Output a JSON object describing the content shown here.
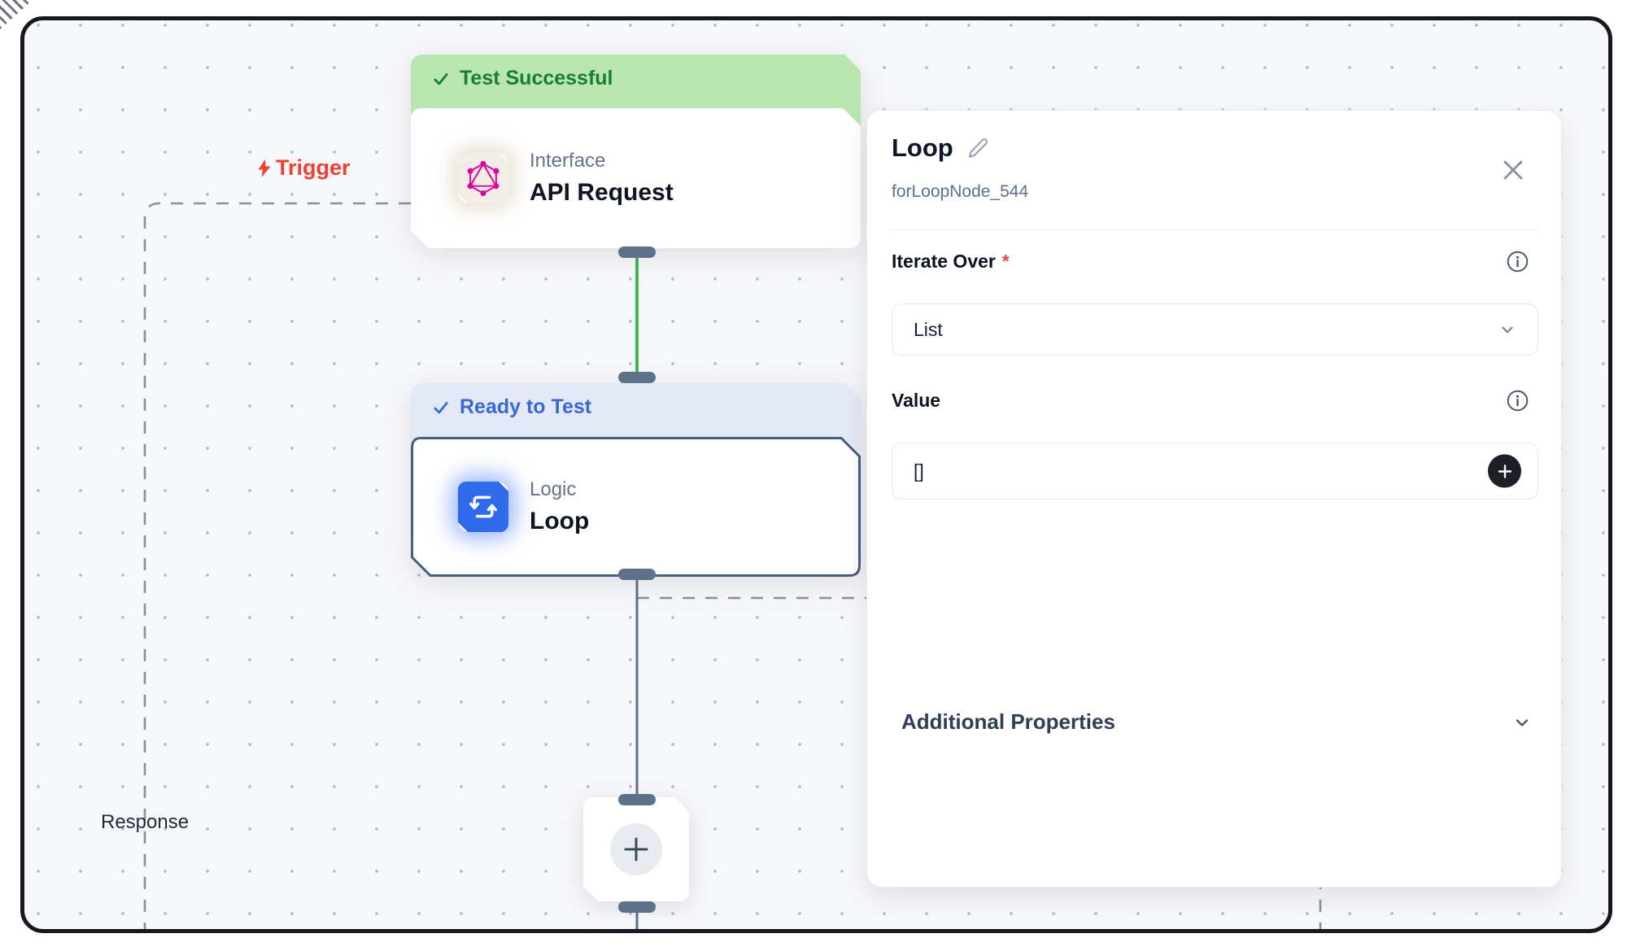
{
  "canvas": {
    "trigger_label": "Trigger",
    "response_label": "Response",
    "nodes": {
      "api_request": {
        "status": "Test Successful",
        "category": "Interface",
        "title": "API Request"
      },
      "loop": {
        "status": "Ready to Test",
        "category": "Logic",
        "title": "Loop"
      }
    }
  },
  "panel": {
    "title": "Loop",
    "subtitle": "forLoopNode_544",
    "iterate_over": {
      "label": "Iterate Over",
      "required_mark": "*",
      "value": "List"
    },
    "value_field": {
      "label": "Value",
      "value": "[]"
    },
    "additional_properties_label": "Additional Properties"
  },
  "colors": {
    "canvas_bg": "#f7f8fb",
    "success_banner_bg": "#b9e6af",
    "success_banner_text": "#1a7d30",
    "ready_banner_bg": "#e3e9f7",
    "ready_banner_text": "#3b68d8",
    "trigger_red": "#f23d32",
    "edge_green": "#2db448",
    "edge_slate": "#5d7289",
    "loop_icon_blue": "#2f6aeb",
    "graphql_magenta": "#e10098",
    "selected_border": "#44607f",
    "required_red": "#ef4444"
  }
}
